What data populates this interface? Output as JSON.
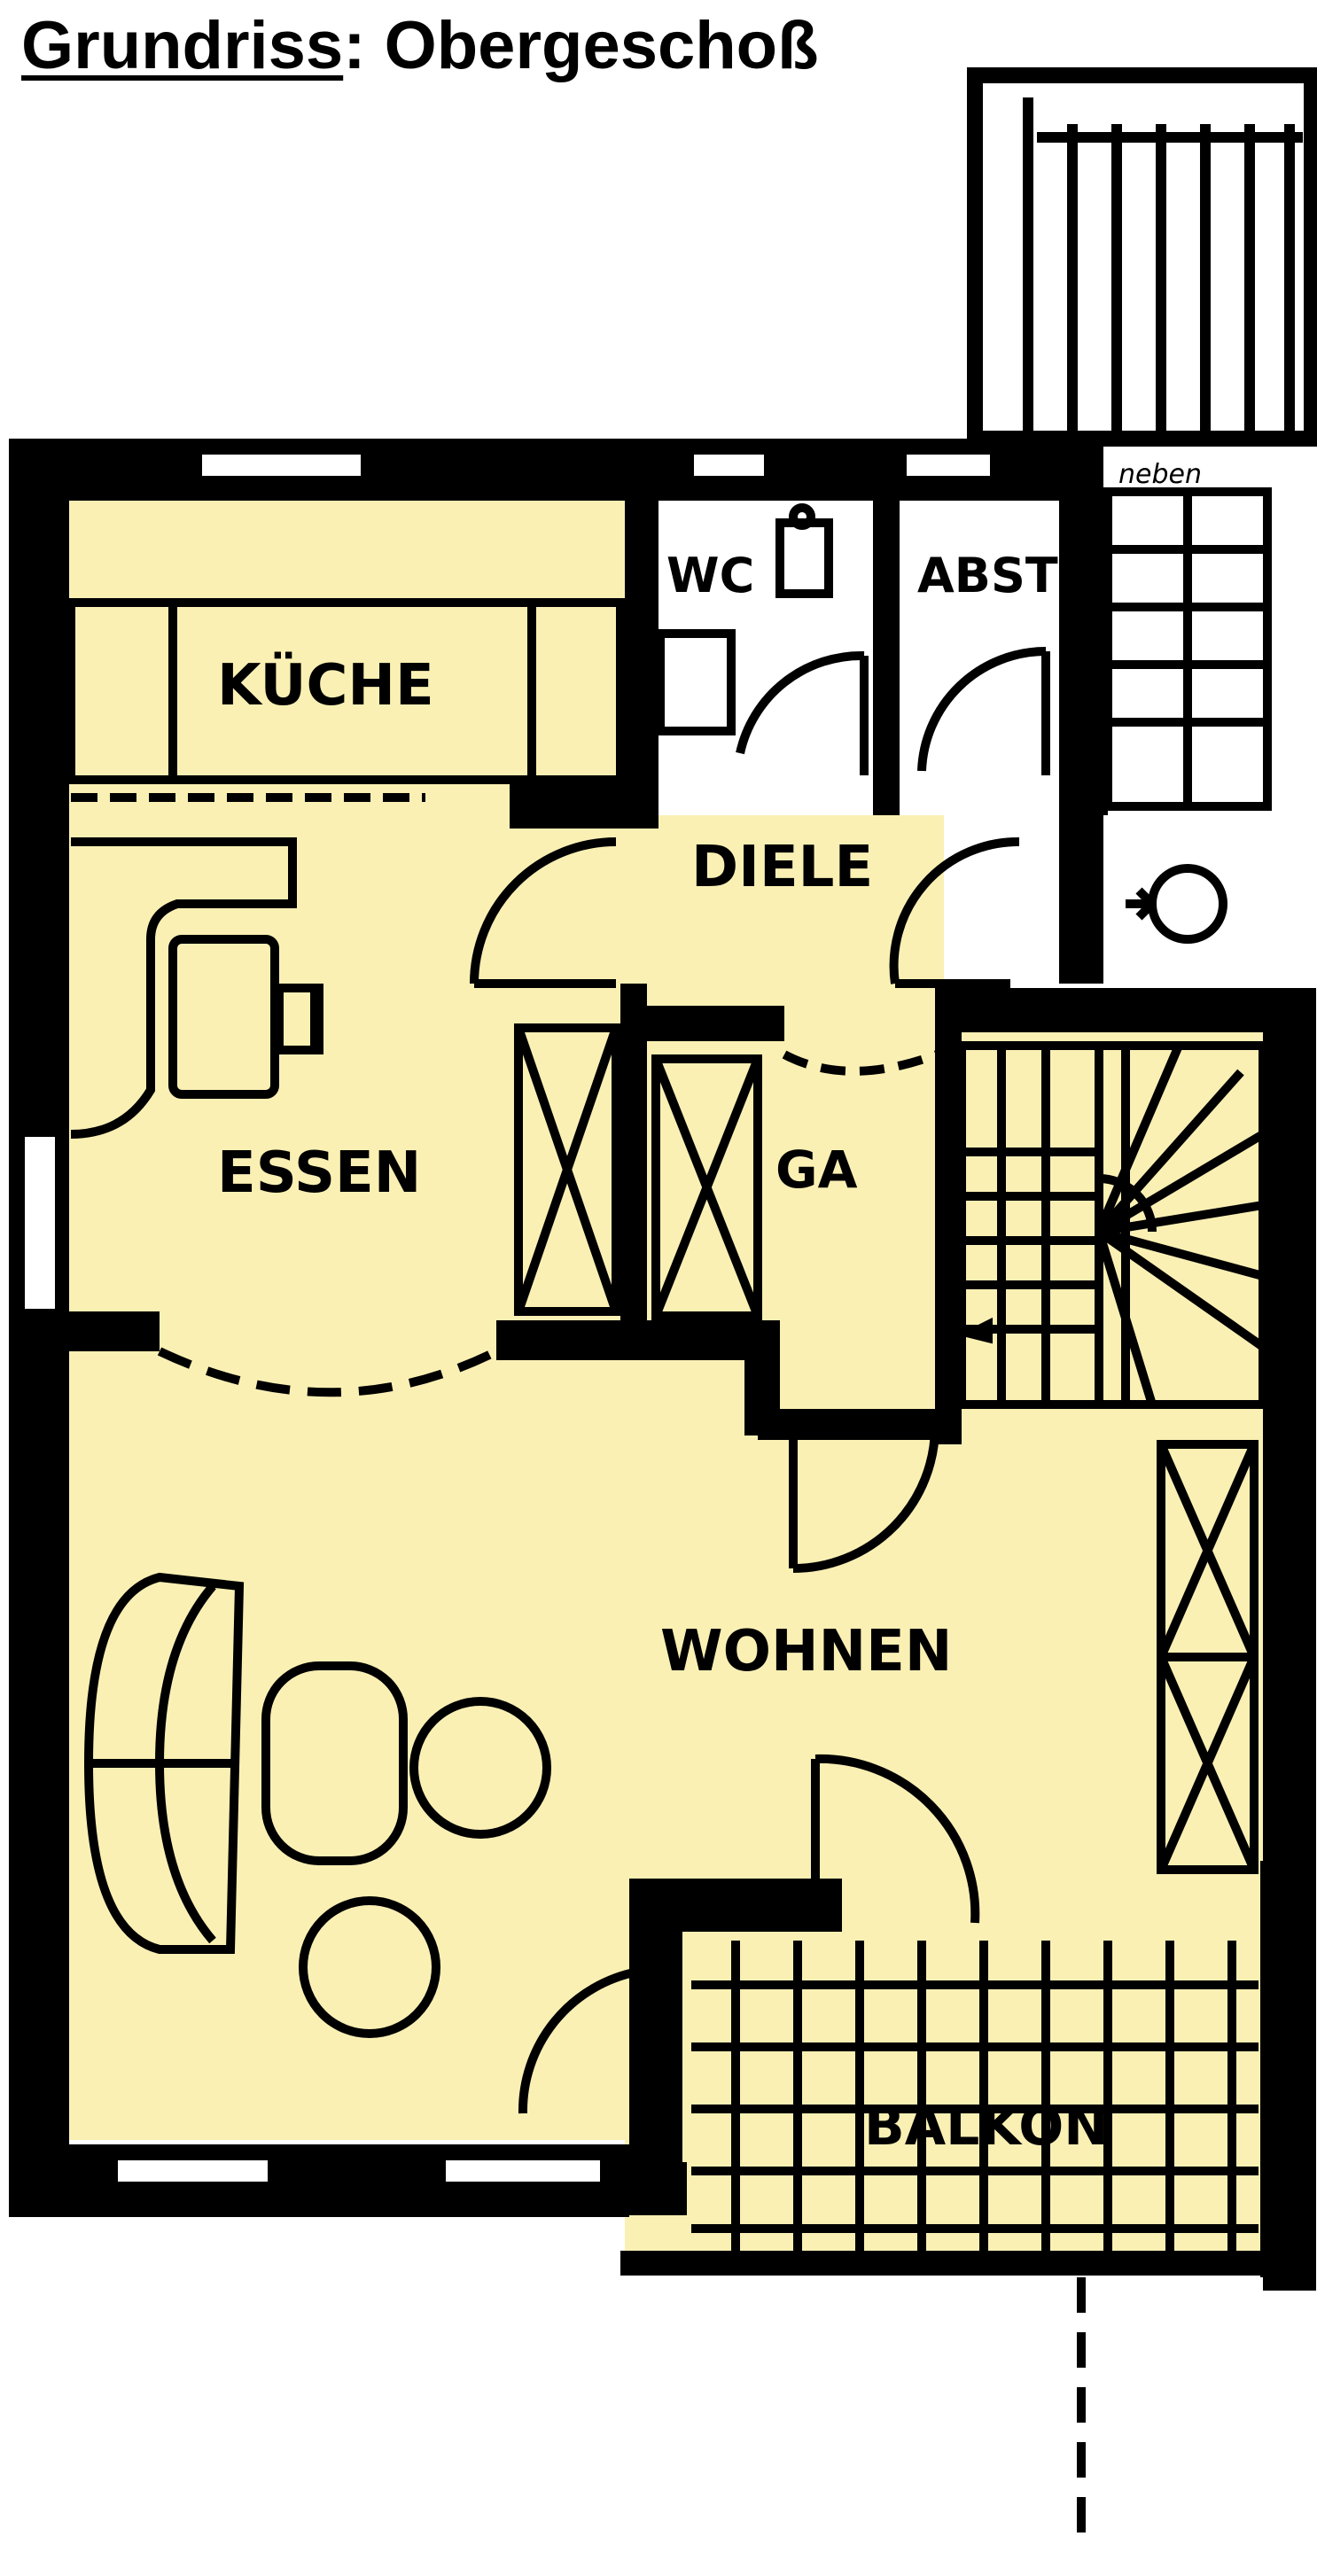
{
  "title": {
    "prefix": "Grundriss",
    "separator": ": ",
    "floor": "Obergeschoß"
  },
  "colors": {
    "floor": "#FAF0B4",
    "wall": "#000000",
    "background": "#FFFFFF"
  },
  "rooms": {
    "kueche": "KÜCHE",
    "wc": "WC",
    "abst": "ABST",
    "diele": "DIELE",
    "essen": "ESSEN",
    "ga": "GA",
    "wohnen": "WOHNEN",
    "balkon": "BALKON"
  },
  "stair_mark": "neben",
  "entrance_symbol": "entrance-symbol"
}
